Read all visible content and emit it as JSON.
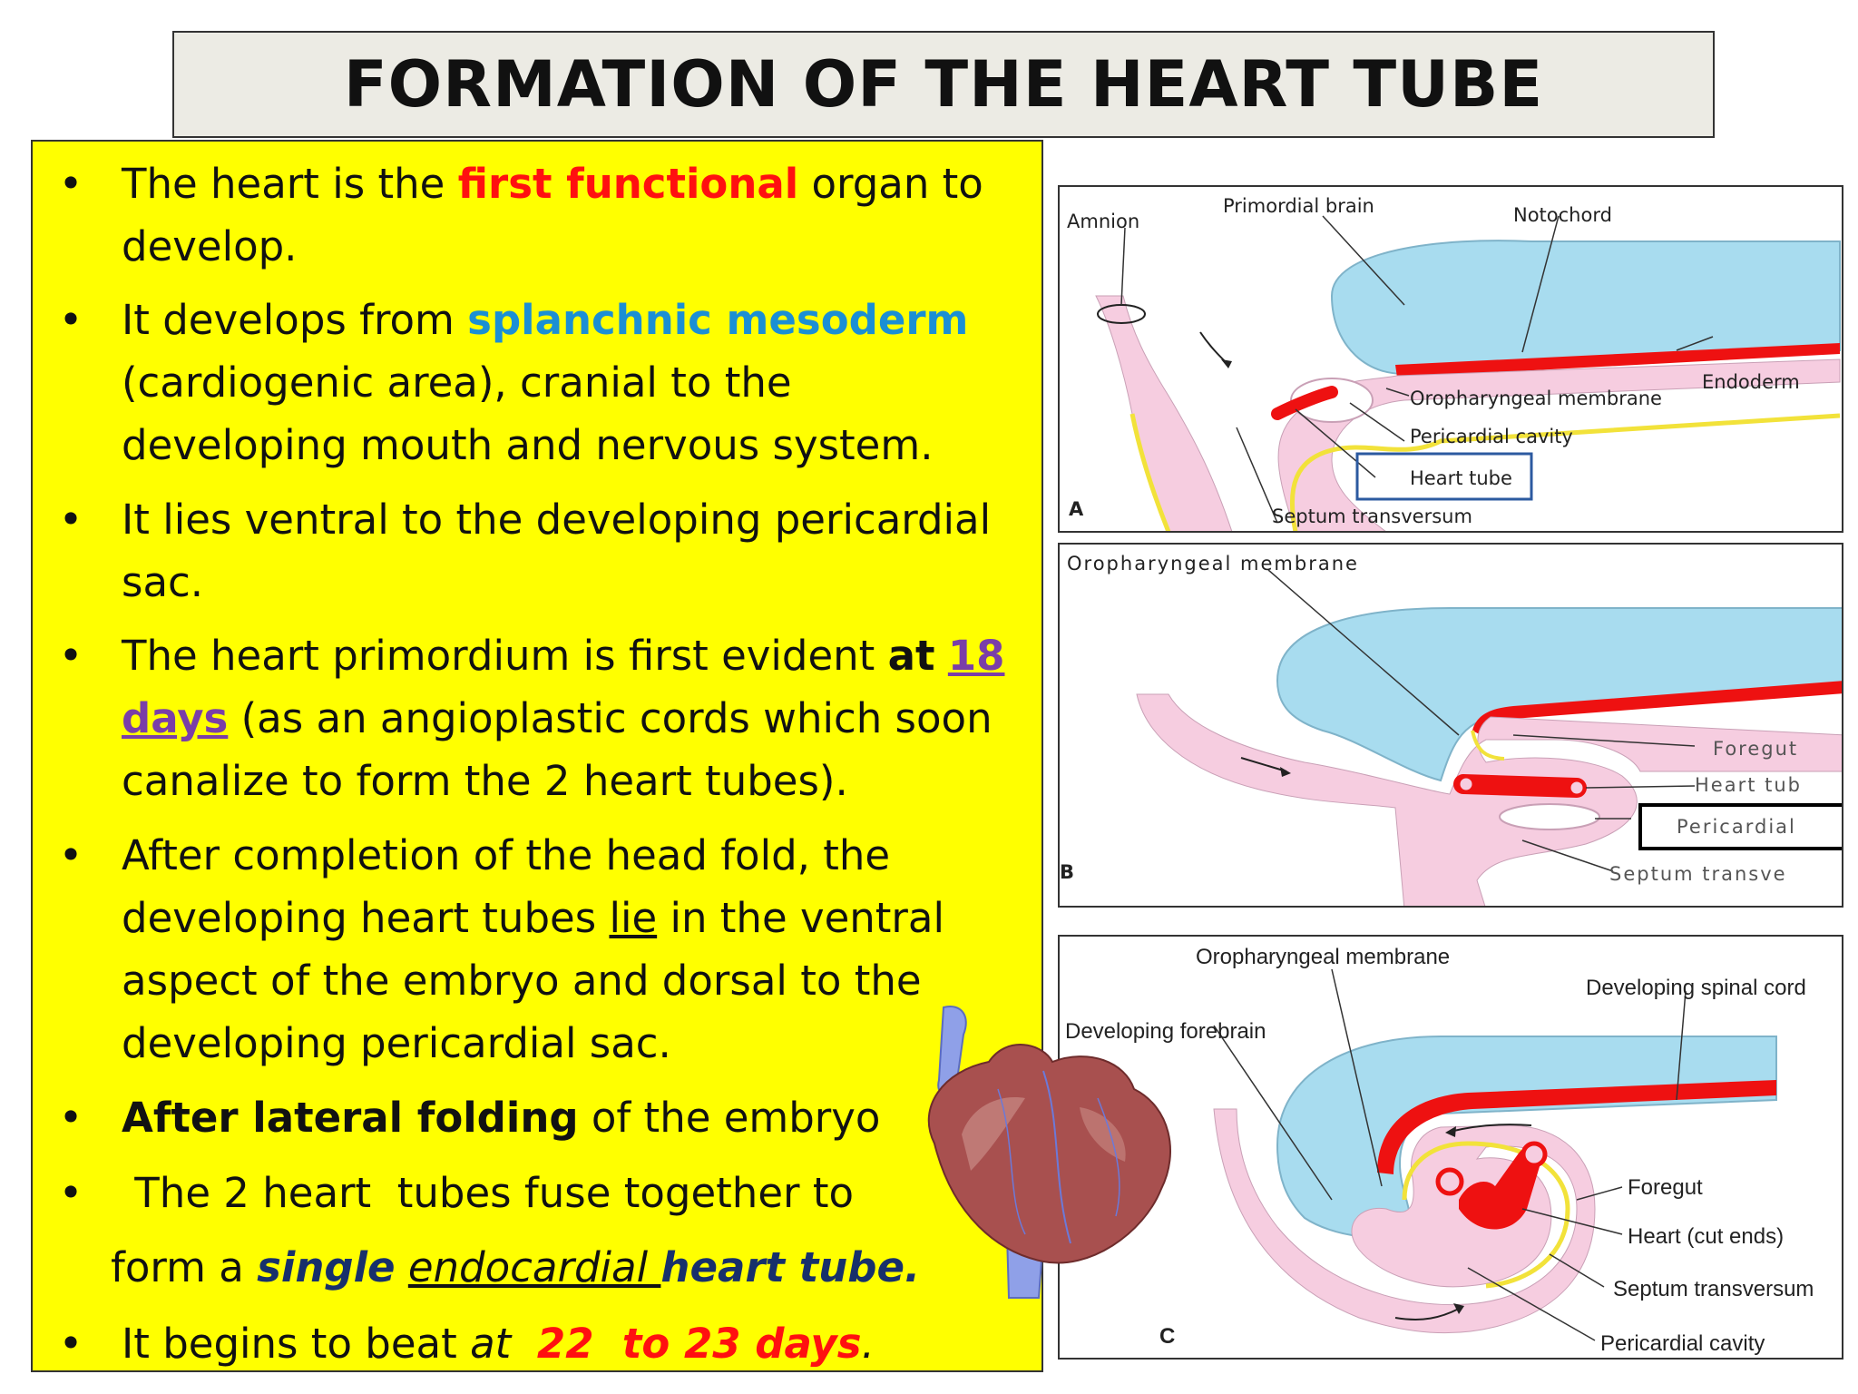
{
  "title": "FORMATION OF THE HEART TUBE",
  "bullet_symbol": "•",
  "bullets": {
    "b1_pre": "The heart is the ",
    "b1_red": "first functional",
    "b1_post": " organ to",
    "b1_line2": "develop.",
    "b2_pre": "It develops from ",
    "b2_blue": "splanchnic mesoderm",
    "b2_line2": "(cardiogenic area), cranial to the",
    "b2_line3": "developing mouth and  nervous system.",
    "b3_line1": "It lies ventral to the developing pericardial",
    "b3_line2": "sac.",
    "b4_pre": "The heart primordium is first evident ",
    "b4_bold": "at",
    "b4_purple1": "18",
    "b4_purple2": "days",
    "b4_post": " (as an angioplastic cords which soon",
    "b4_line3": "canalize to form the 2 heart tubes).",
    "b5_line1": "After completion of the head fold, the",
    "b5_pre": "developing heart tubes ",
    "b5_u": "lie",
    "b5_post": " in the ventral",
    "b5_line3": "aspect of the embryo and dorsal to the",
    "b5_line4": "developing pericardial sac.",
    "b6_bold": "After lateral folding",
    "b6_post": " of the embryo",
    "b7_line1": " The 2 heart  tubes fuse together to",
    "b7_pre": "form a ",
    "b7_single": "single",
    "b7_u": "endocardial ",
    "b7_heart": "heart tube.",
    "b8_pre": "It begins to beat ",
    "b8_at": "at",
    "b8_red": "22  to 23 days",
    "b8_dot": "."
  },
  "diagram_a": {
    "letter": "A",
    "labels": {
      "amnion": "Amnion",
      "primordial_brain": "Primordial brain",
      "notochord": "Notochord",
      "endoderm": "Endoderm",
      "oropharyngeal": "Oropharyngeal membrane",
      "pericardial": "Pericardial cavity",
      "heart_tube": "Heart tube",
      "septum": "Septum transversum"
    }
  },
  "diagram_b": {
    "letter": "B",
    "labels": {
      "oropharyngeal": "Oropharyngeal membrane",
      "foregut": "Foregut",
      "heart_tube": "Heart tub",
      "pericardial": "Pericardial",
      "septum": "Septum transve"
    }
  },
  "diagram_c": {
    "letter": "C",
    "labels": {
      "oropharyngeal": "Oropharyngeal membrane",
      "spinal_cord": "Developing spinal cord",
      "forebrain": "Developing forebrain",
      "foregut": "Foregut",
      "heart": "Heart (cut ends)",
      "septum": "Septum transversum",
      "pericardial": "Pericardial cavity"
    }
  },
  "colors": {
    "slide_box": "#ffff00",
    "title_box": "#ecebe4",
    "brain_blue": "#a8dcef",
    "endoderm_red": "#ee1111",
    "mesoderm_pink": "#f6cde0",
    "ectoderm_yellow": "#f2e23a",
    "highlight_box": "#2c5aa0"
  }
}
